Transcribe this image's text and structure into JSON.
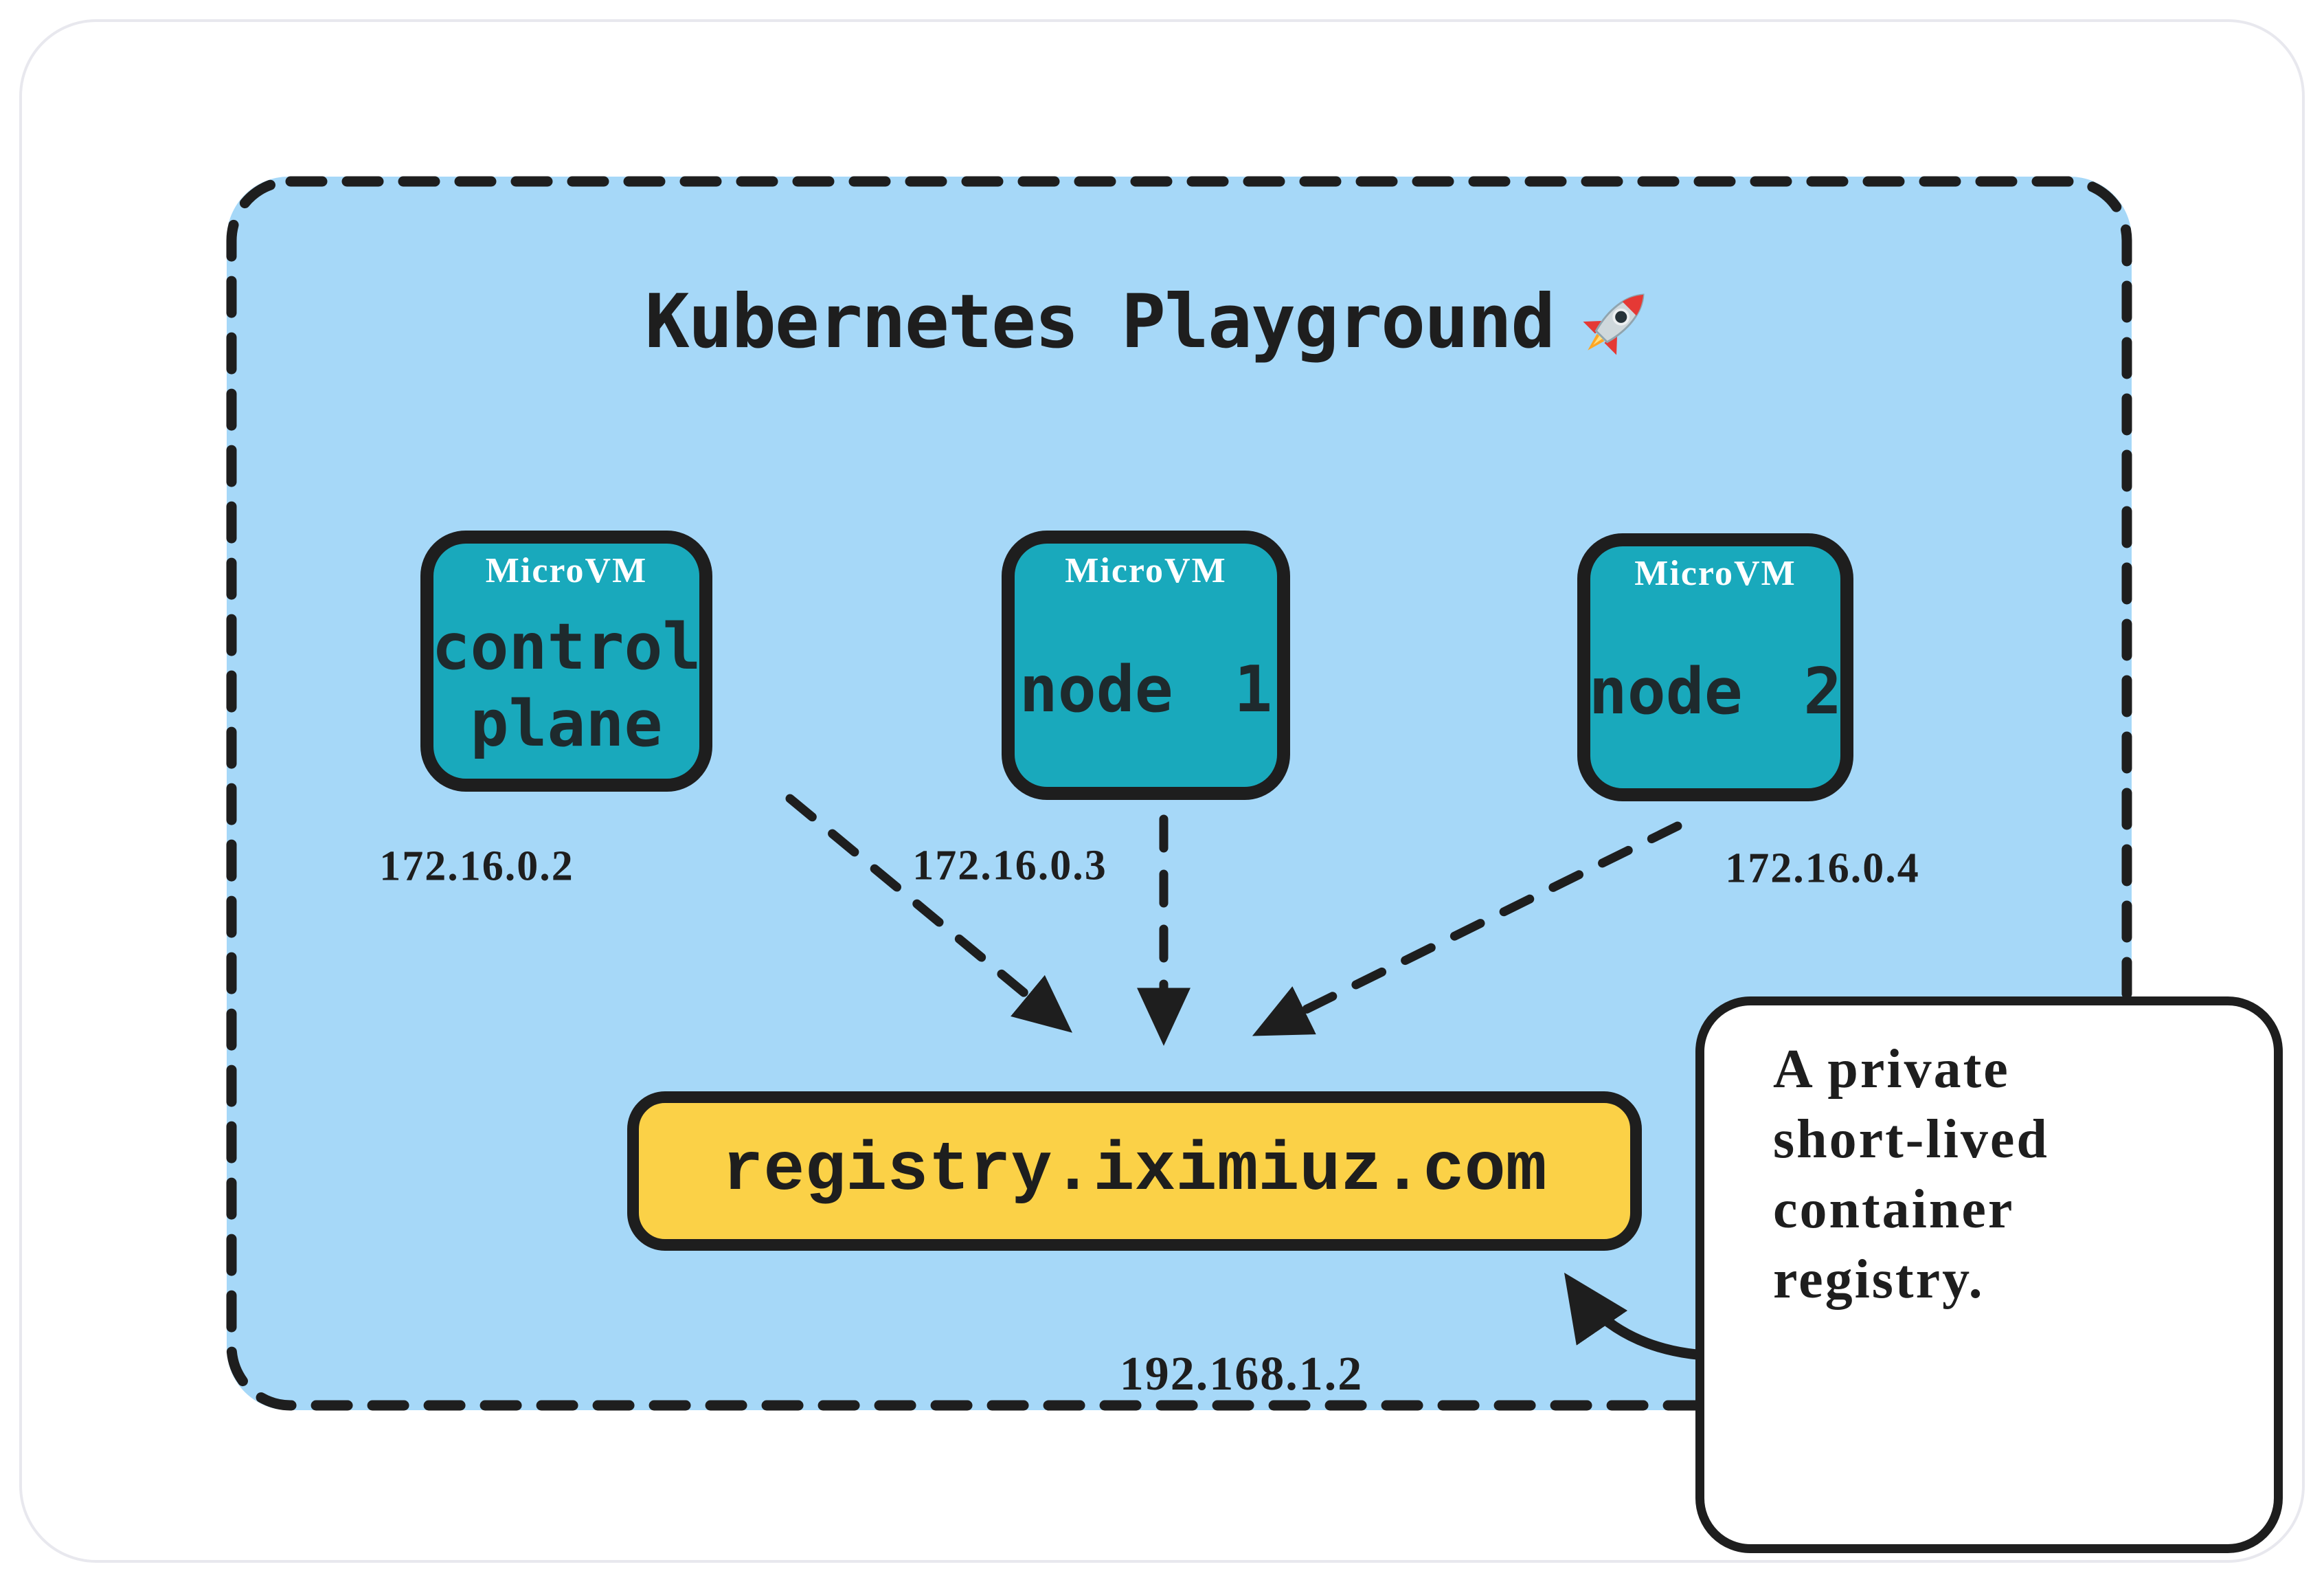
{
  "diagram": {
    "title": "Kubernetes Playground",
    "title_icon": "rocket",
    "vms": [
      {
        "tag": "MicroVM",
        "name": "control plane",
        "name_lines": [
          "control",
          "plane"
        ],
        "ip": "172.16.0.2"
      },
      {
        "tag": "MicroVM",
        "name": "node 1",
        "ip": "172.16.0.3"
      },
      {
        "tag": "MicroVM",
        "name": "node 2",
        "ip": "172.16.0.4"
      }
    ],
    "registry": {
      "domain": "registry.iximiuz.com",
      "ip": "192.168.1.2"
    },
    "callout": {
      "text": "A private short-lived container registry.",
      "lines": [
        "A private",
        "short-lived",
        "container",
        "registry."
      ]
    },
    "colors": {
      "page-bg": "#ffffff",
      "card-border": "#e8e8ee",
      "cluster-bg": "#a6d8f8",
      "stroke": "#1e1e1e",
      "vm-bg": "#19a9bc",
      "vm-text": "#1e2a2d",
      "tag-text": "#ffffff",
      "registry-bg": "#fbd147",
      "callout-bg": "#ffffff"
    }
  }
}
